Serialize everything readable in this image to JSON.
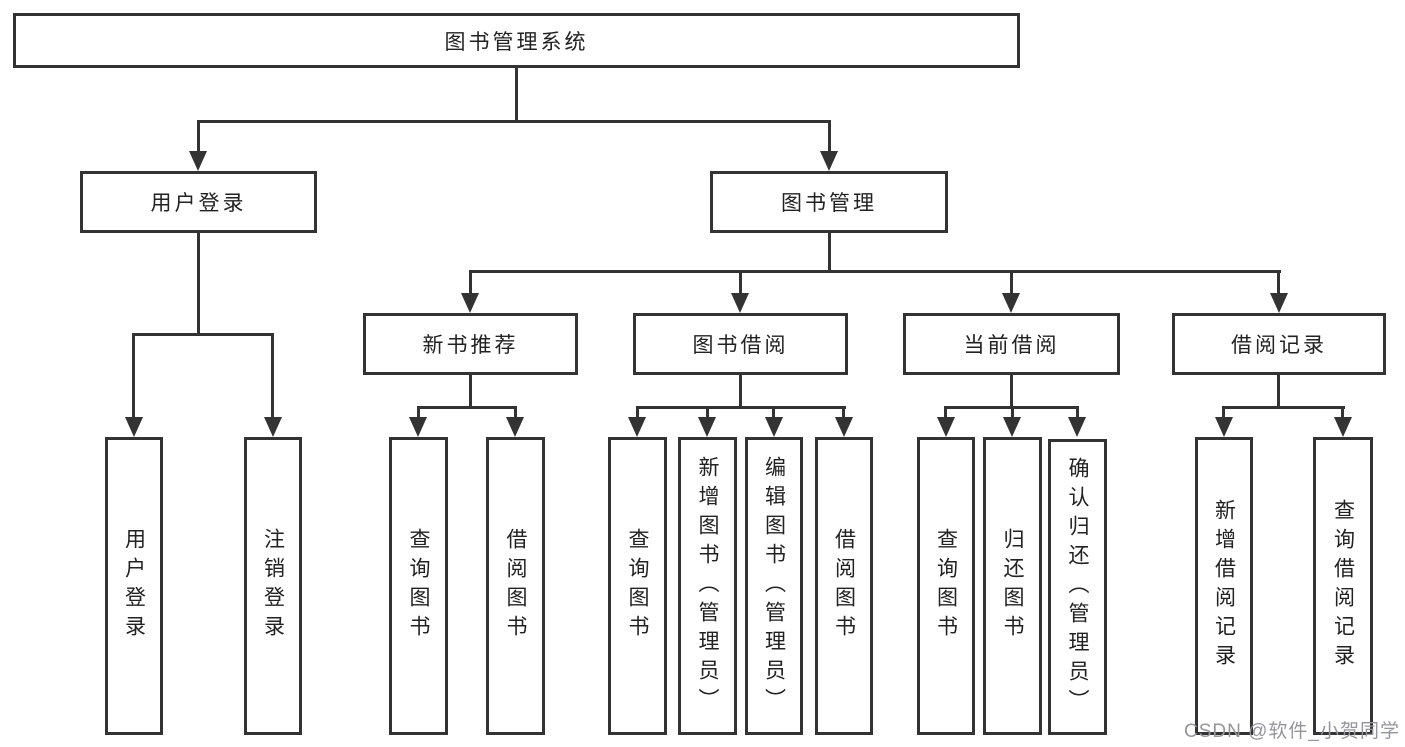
{
  "diagram": {
    "root": {
      "label": "图书管理系统",
      "children": [
        {
          "label": "用户登录",
          "children": [
            {
              "label": "用户登录"
            },
            {
              "label": "注销登录"
            }
          ]
        },
        {
          "label": "图书管理",
          "children": [
            {
              "label": "新书推荐",
              "children": [
                {
                  "label": "查询图书"
                },
                {
                  "label": "借阅图书"
                }
              ]
            },
            {
              "label": "图书借阅",
              "children": [
                {
                  "label": "查询图书"
                },
                {
                  "label": "新增图书（管理员）"
                },
                {
                  "label": "编辑图书（管理员）"
                },
                {
                  "label": "借阅图书"
                }
              ]
            },
            {
              "label": "当前借阅",
              "children": [
                {
                  "label": "查询图书"
                },
                {
                  "label": "归还图书"
                },
                {
                  "label": "确认归还（管理员）"
                }
              ]
            },
            {
              "label": "借阅记录",
              "children": [
                {
                  "label": "新增借阅记录"
                },
                {
                  "label": "查询借阅记录"
                }
              ]
            }
          ]
        }
      ]
    }
  },
  "watermark": {
    "text": "CSDN @软件_小贺同学"
  },
  "colors": {
    "line": "#333333",
    "text": "#222222",
    "watermark_text": "#95959d",
    "background": "#ffffff"
  }
}
